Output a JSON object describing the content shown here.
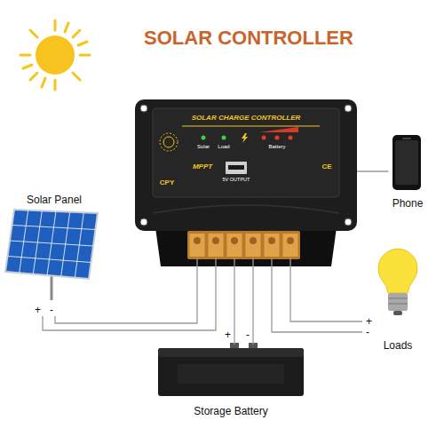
{
  "diagram": {
    "title": "SOLAR CONTROLLER",
    "nodes": [
      {
        "text": [
          "SOLAR CHARGE CONTROLLER",
          "Solar",
          "Load",
          "Battery",
          "MPPT",
          "5V OUTPUT",
          "CPY",
          "CE"
        ]
      },
      {
        "text": [
          "Solar Panel"
        ]
      },
      {
        "text": [
          "Phone"
        ]
      },
      {
        "text": [
          "Storage Battery"
        ]
      },
      {
        "text": [
          "Loads"
        ]
      }
    ],
    "edges": [
      {
        "from": 0,
        "to": 1,
        "arrow": "none"
      },
      {
        "from": 0,
        "to": 2,
        "arrow": "none"
      },
      {
        "from": 0,
        "to": 3,
        "arrow": "none"
      },
      {
        "from": 0,
        "to": 4,
        "arrow": "none"
      }
    ],
    "labels": [
      "+",
      "-",
      "+",
      "-",
      "+",
      "-"
    ]
  }
}
